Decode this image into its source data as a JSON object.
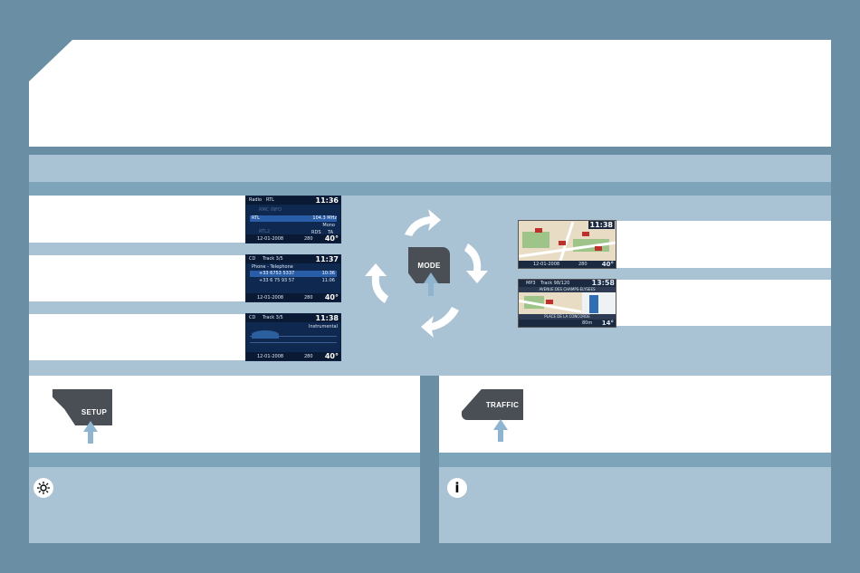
{
  "icons": {
    "tip": "sun-icon",
    "info": "info-icon"
  },
  "colors": {
    "background": "#6a8fa4",
    "panel_light": "#aac3d4",
    "button_tile": "#4a4f55",
    "arrow": "#8fb4cf"
  },
  "buttons": {
    "mode": "MODE",
    "setup": "SETUP",
    "traffic": "TRAFFIC"
  },
  "screens": {
    "radio": {
      "source": "Radio",
      "station": "RTL",
      "time": "11:36",
      "ghost_top": "RMC INFO",
      "selected": "RTL",
      "frequency": "104.3 MHz",
      "mono": "Mono",
      "ghost_bottom": "RTL2",
      "rds": "RDS",
      "ta": "TA",
      "date": "12-01-2008",
      "distance": "280",
      "temp": "40°"
    },
    "phone": {
      "source": "CD",
      "track": "Track 3/5",
      "time": "11:37",
      "header": "Phone - Telephone",
      "call1": "+33 6753 5337",
      "call1_time": "10:36",
      "call2": "+33 6 75 93 57",
      "call2_time": "11:06",
      "date": "12-01-2008",
      "distance": "280",
      "temp": "40°"
    },
    "audio": {
      "source": "CD",
      "track": "Track 3/5",
      "time": "11:38",
      "label_right": "Instrumental",
      "date": "12-01-2008",
      "distance": "280",
      "temp": "40°"
    },
    "map1": {
      "time": "11:38",
      "date": "12-01-2008",
      "distance": "280",
      "temp": "40°"
    },
    "map2": {
      "source": "MP3",
      "track": "Track 98/120",
      "time": "13:58",
      "street_top": "AVENUE DES CHAMPS-ELYSEES",
      "street_bottom": "PLACE DE LA CONCORDE",
      "distance": "80m",
      "temp": "14°"
    }
  }
}
